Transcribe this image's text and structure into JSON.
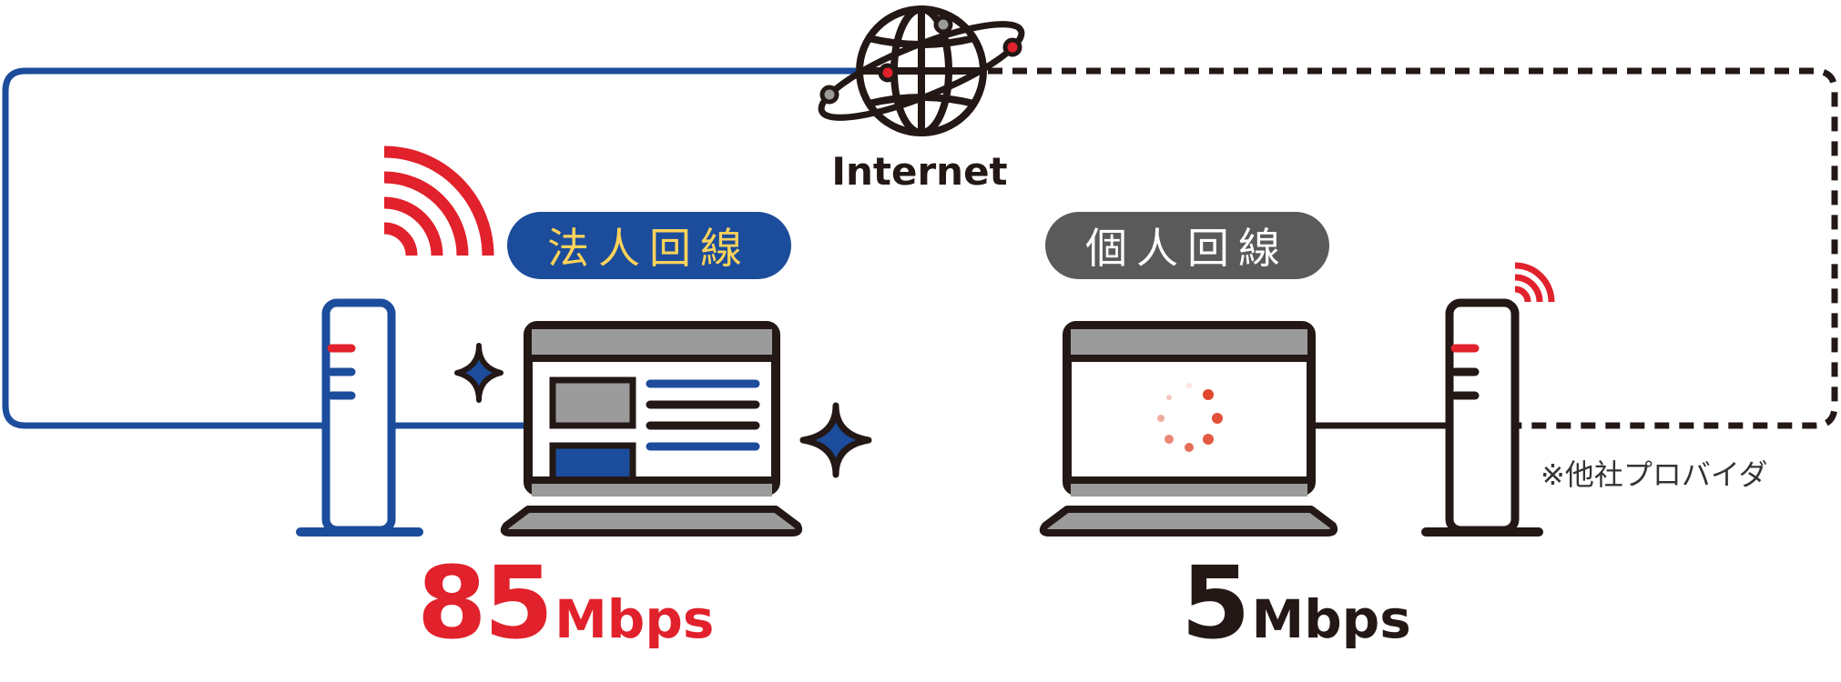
{
  "internet": {
    "label": "Internet",
    "icon": "globe-icon"
  },
  "corporate": {
    "label": "法人回線",
    "speed_value": "85",
    "speed_unit": "Mbps",
    "color": "#1c4c9c",
    "label_text_color": "#ffd35a",
    "speed_color": "#e1212b"
  },
  "personal": {
    "label": "個人回線",
    "speed_value": "5",
    "speed_unit": "Mbps",
    "color": "#5a5a5a",
    "speed_color": "#231815"
  },
  "note": "※他社プロバイダ",
  "colors": {
    "outline": "#231815",
    "blue": "#1c4c9c",
    "red": "#e1212b",
    "gray": "#9b9b9b",
    "loading": "#e0472e"
  }
}
